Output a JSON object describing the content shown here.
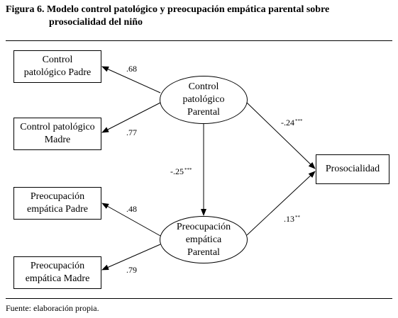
{
  "figure": {
    "title_line1": "Figura 6. Modelo control patológico y preocupación empática parental sobre",
    "title_line2": "prosocialidad del niño",
    "source": "Fuente: elaboración propia."
  },
  "nodes": {
    "control_padre": [
      "Control",
      "patológico Padre"
    ],
    "control_madre": [
      "Control patológico",
      "Madre"
    ],
    "preocupacion_padre": [
      "Preocupación",
      "empática Padre"
    ],
    "preocupacion_madre": [
      "Preocupación",
      "empática Madre"
    ],
    "control_parental": [
      "Control",
      "patológico",
      "Parental"
    ],
    "preocupacion_parental": [
      "Preocupación",
      "empática",
      "Parental"
    ],
    "prosocialidad": "Prosocialidad"
  },
  "paths": {
    "control_padre": {
      "value": ".68",
      "sig": ""
    },
    "control_madre": {
      "value": ".77",
      "sig": ""
    },
    "preocupacion_padre": {
      "value": ".48",
      "sig": ""
    },
    "preocupacion_madre": {
      "value": ".79",
      "sig": ""
    },
    "control_to_preocupacion": {
      "value": "-.25",
      "sig": "***"
    },
    "control_to_prosocialidad": {
      "value": "-.24",
      "sig": "***"
    },
    "preocupacion_to_prosocialidad": {
      "value": ".13",
      "sig": "**"
    }
  }
}
